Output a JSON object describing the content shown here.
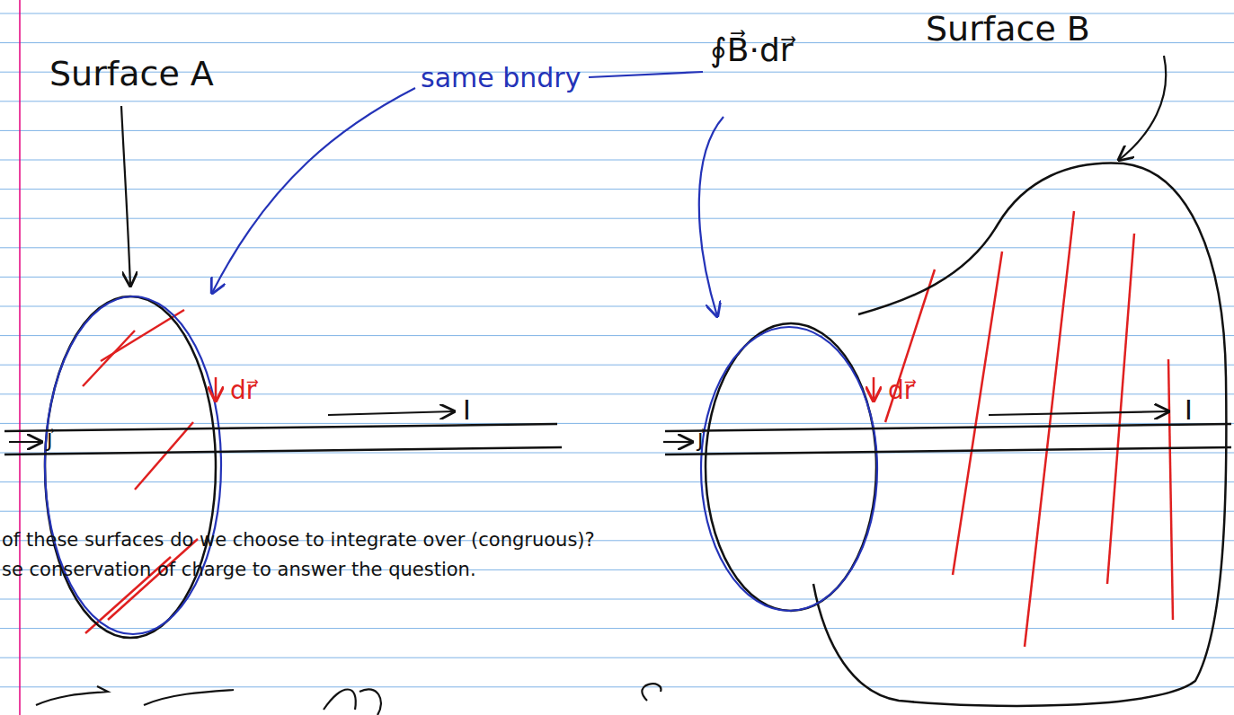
{
  "diagram": {
    "labels": [
      "Surface A",
      "Surface B",
      "same bndry",
      "∮B⃗·dr⃗",
      "dr⃗",
      "dr⃗",
      "J⃗",
      "I",
      "J⃗",
      "I",
      "of these surfaces do we choose to integrate over (congruous)?",
      "se conservation of charge to answer the question."
    ]
  }
}
